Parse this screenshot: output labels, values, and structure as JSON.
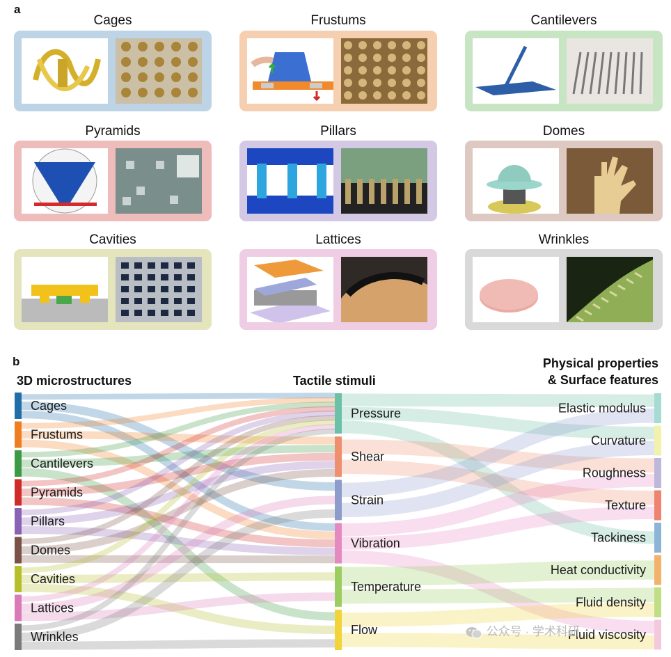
{
  "panel_a": {
    "letter": "a",
    "cards": [
      {
        "title": "Cages",
        "bg": "#bcd4e6",
        "left_icon": "gold-cage-illustration-icon",
        "right_icon": "cage-array-photo-icon"
      },
      {
        "title": "Frustums",
        "bg": "#f6cfb0",
        "left_icon": "finger-press-frustum-illustration-icon",
        "right_icon": "frustum-array-photo-icon"
      },
      {
        "title": "Cantilevers",
        "bg": "#c7e4c3",
        "left_icon": "blue-cantilever-illustration-icon",
        "right_icon": "cantilever-array-photo-icon"
      },
      {
        "title": "Pyramids",
        "bg": "#efbcbc",
        "left_icon": "pyramid-cross-section-illustration-icon",
        "right_icon": "pyramid-sem-photo-icon"
      },
      {
        "title": "Pillars",
        "bg": "#d3c9e4",
        "left_icon": "pillar-cross-section-illustration-icon",
        "right_icon": "pillar-sem-photo-icon"
      },
      {
        "title": "Domes",
        "bg": "#ddc9c2",
        "left_icon": "dome-sensor-illustration-icon",
        "right_icon": "glove-hand-photo-icon"
      },
      {
        "title": "Cavities",
        "bg": "#e5e5bd",
        "left_icon": "yellow-cavity-illustration-icon",
        "right_icon": "cavity-array-photo-icon"
      },
      {
        "title": "Lattices",
        "bg": "#efcde4",
        "left_icon": "lattice-layer-illustration-icon",
        "right_icon": "lattice-arch-photo-icon"
      },
      {
        "title": "Wrinkles",
        "bg": "#d9d9d9",
        "left_icon": "wrinkled-disc-illustration-icon",
        "right_icon": "wrinkled-fiber-photo-icon"
      }
    ]
  },
  "panel_b": {
    "letter": "b",
    "headers": {
      "structures": "3D microstructures",
      "stimuli": "Tactile stimuli",
      "properties_line1": "Physical properties",
      "properties_line2": "& Surface features"
    },
    "structures": [
      {
        "label": "Cages",
        "color": "#1f6ea8"
      },
      {
        "label": "Frustums",
        "color": "#ef7d22"
      },
      {
        "label": "Cantilevers",
        "color": "#3c9a45"
      },
      {
        "label": "Pyramids",
        "color": "#cf2b2b"
      },
      {
        "label": "Pillars",
        "color": "#8a62b3"
      },
      {
        "label": "Domes",
        "color": "#7c5147"
      },
      {
        "label": "Cavities",
        "color": "#b4bf2a"
      },
      {
        "label": "Lattices",
        "color": "#d97bb8"
      },
      {
        "label": "Wrinkles",
        "color": "#7b7b7b"
      }
    ],
    "stimuli": [
      {
        "label": "Pressure",
        "color": "#6bc0a7"
      },
      {
        "label": "Shear",
        "color": "#ee8f70"
      },
      {
        "label": "Strain",
        "color": "#8e9ccb"
      },
      {
        "label": "Vibration",
        "color": "#e58ac1"
      },
      {
        "label": "Temperature",
        "color": "#9ccd60"
      },
      {
        "label": "Flow",
        "color": "#f2d339"
      }
    ],
    "properties": [
      {
        "label": "Elastic modulus",
        "color": "#a5dbd3"
      },
      {
        "label": "Curvature",
        "color": "#f3f2ac"
      },
      {
        "label": "Roughness",
        "color": "#bdb7d9"
      },
      {
        "label": "Texture",
        "color": "#ee8370"
      },
      {
        "label": "Tackiness",
        "color": "#8db4d6"
      },
      {
        "label": "Heat conductivity",
        "color": "#f3b26c"
      },
      {
        "label": "Fluid density",
        "color": "#c0de86"
      },
      {
        "label": "Fluid viscosity",
        "color": "#f4c9de"
      }
    ],
    "structure_links": [
      [
        "Cages",
        "Pressure"
      ],
      [
        "Cages",
        "Strain"
      ],
      [
        "Cages",
        "Vibration"
      ],
      [
        "Frustums",
        "Pressure"
      ],
      [
        "Frustums",
        "Shear"
      ],
      [
        "Frustums",
        "Vibration"
      ],
      [
        "Cantilevers",
        "Pressure"
      ],
      [
        "Cantilevers",
        "Shear"
      ],
      [
        "Cantilevers",
        "Flow"
      ],
      [
        "Pyramids",
        "Pressure"
      ],
      [
        "Pyramids",
        "Shear"
      ],
      [
        "Pyramids",
        "Vibration"
      ],
      [
        "Pillars",
        "Pressure"
      ],
      [
        "Pillars",
        "Shear"
      ],
      [
        "Pillars",
        "Vibration"
      ],
      [
        "Domes",
        "Pressure"
      ],
      [
        "Domes",
        "Shear"
      ],
      [
        "Domes",
        "Vibration"
      ],
      [
        "Cavities",
        "Pressure"
      ],
      [
        "Cavities",
        "Temperature"
      ],
      [
        "Cavities",
        "Flow"
      ],
      [
        "Lattices",
        "Pressure"
      ],
      [
        "Lattices",
        "Strain"
      ],
      [
        "Lattices",
        "Temperature"
      ],
      [
        "Wrinkles",
        "Pressure"
      ],
      [
        "Wrinkles",
        "Strain"
      ],
      [
        "Wrinkles",
        "Flow"
      ]
    ],
    "property_links": [
      [
        "Pressure",
        "Elastic modulus"
      ],
      [
        "Pressure",
        "Curvature"
      ],
      [
        "Pressure",
        "Tackiness"
      ],
      [
        "Shear",
        "Roughness"
      ],
      [
        "Shear",
        "Texture"
      ],
      [
        "Strain",
        "Elastic modulus"
      ],
      [
        "Strain",
        "Curvature"
      ],
      [
        "Vibration",
        "Roughness"
      ],
      [
        "Vibration",
        "Texture"
      ],
      [
        "Vibration",
        "Fluid viscosity"
      ],
      [
        "Temperature",
        "Heat conductivity"
      ],
      [
        "Temperature",
        "Fluid density"
      ],
      [
        "Flow",
        "Fluid density"
      ],
      [
        "Flow",
        "Fluid viscosity"
      ]
    ]
  },
  "watermark": {
    "text": "公众号 · 学术科研",
    "icon": "wechat-icon"
  }
}
